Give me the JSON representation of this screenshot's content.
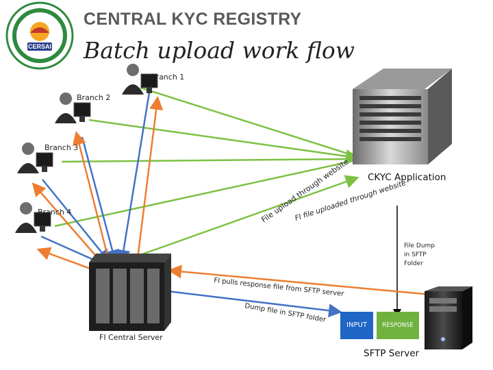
{
  "header": {
    "title": "CENTRAL KYC REGISTRY",
    "subtitle": "Batch upload work flow",
    "logo_text": "CERSAI"
  },
  "branches": [
    "Branch 1",
    "Branch 2",
    "Branch 3",
    "Branch 4"
  ],
  "nodes": {
    "ckyc_app": "CKYC Application",
    "fi_server": "FI Central Server",
    "sftp_server": "SFTP Server",
    "file_dump": "File Dump in SFTP Folder"
  },
  "flow_labels": {
    "upload_website": "File upload through website",
    "fi_upload_website": "FI file uploaded through website",
    "fi_pulls_response": "FI pulls response file from SFTP server",
    "dump_file": "Dump file in SFTP folder"
  },
  "sftp_folders": {
    "input": "INPUT",
    "response": "RESPONSE"
  },
  "colors": {
    "green": "#7cc142",
    "orange": "#ed7d31",
    "blue": "#4472c4",
    "input_box": "#1f66c7",
    "response_box": "#70b23f"
  }
}
